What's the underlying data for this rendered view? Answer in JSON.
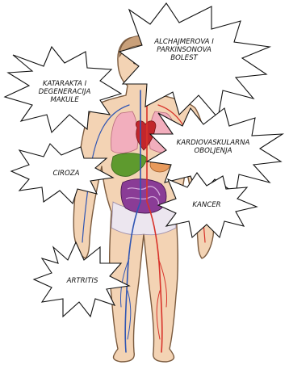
{
  "diagram": {
    "labels": {
      "alzheimer": [
        "ALCHAJMEROVA I",
        "PARKINSONOVA",
        "BOLEST"
      ],
      "cataract": [
        "KATARAKTA I",
        "DEGENERACIJA",
        "MAKULE"
      ],
      "cardio": [
        "KARDIOVASKULARNA",
        "OBOLJENJA"
      ],
      "cirrhosis": [
        "CIROZA"
      ],
      "cancer": [
        "KANCER"
      ],
      "arthritis": [
        "ARTRITIS"
      ]
    }
  },
  "colors": {
    "skin": "#f3d3b4",
    "skin_outline": "#7a5a3e",
    "lungs": "#f2aebd",
    "heart": "#c2262c",
    "liver": "#5e9a2e",
    "intestine": "#6a2c78",
    "artery": "#d8322a",
    "vein": "#2f55b3",
    "burst_fill": "#ffffff",
    "burst_stroke": "#111111"
  }
}
